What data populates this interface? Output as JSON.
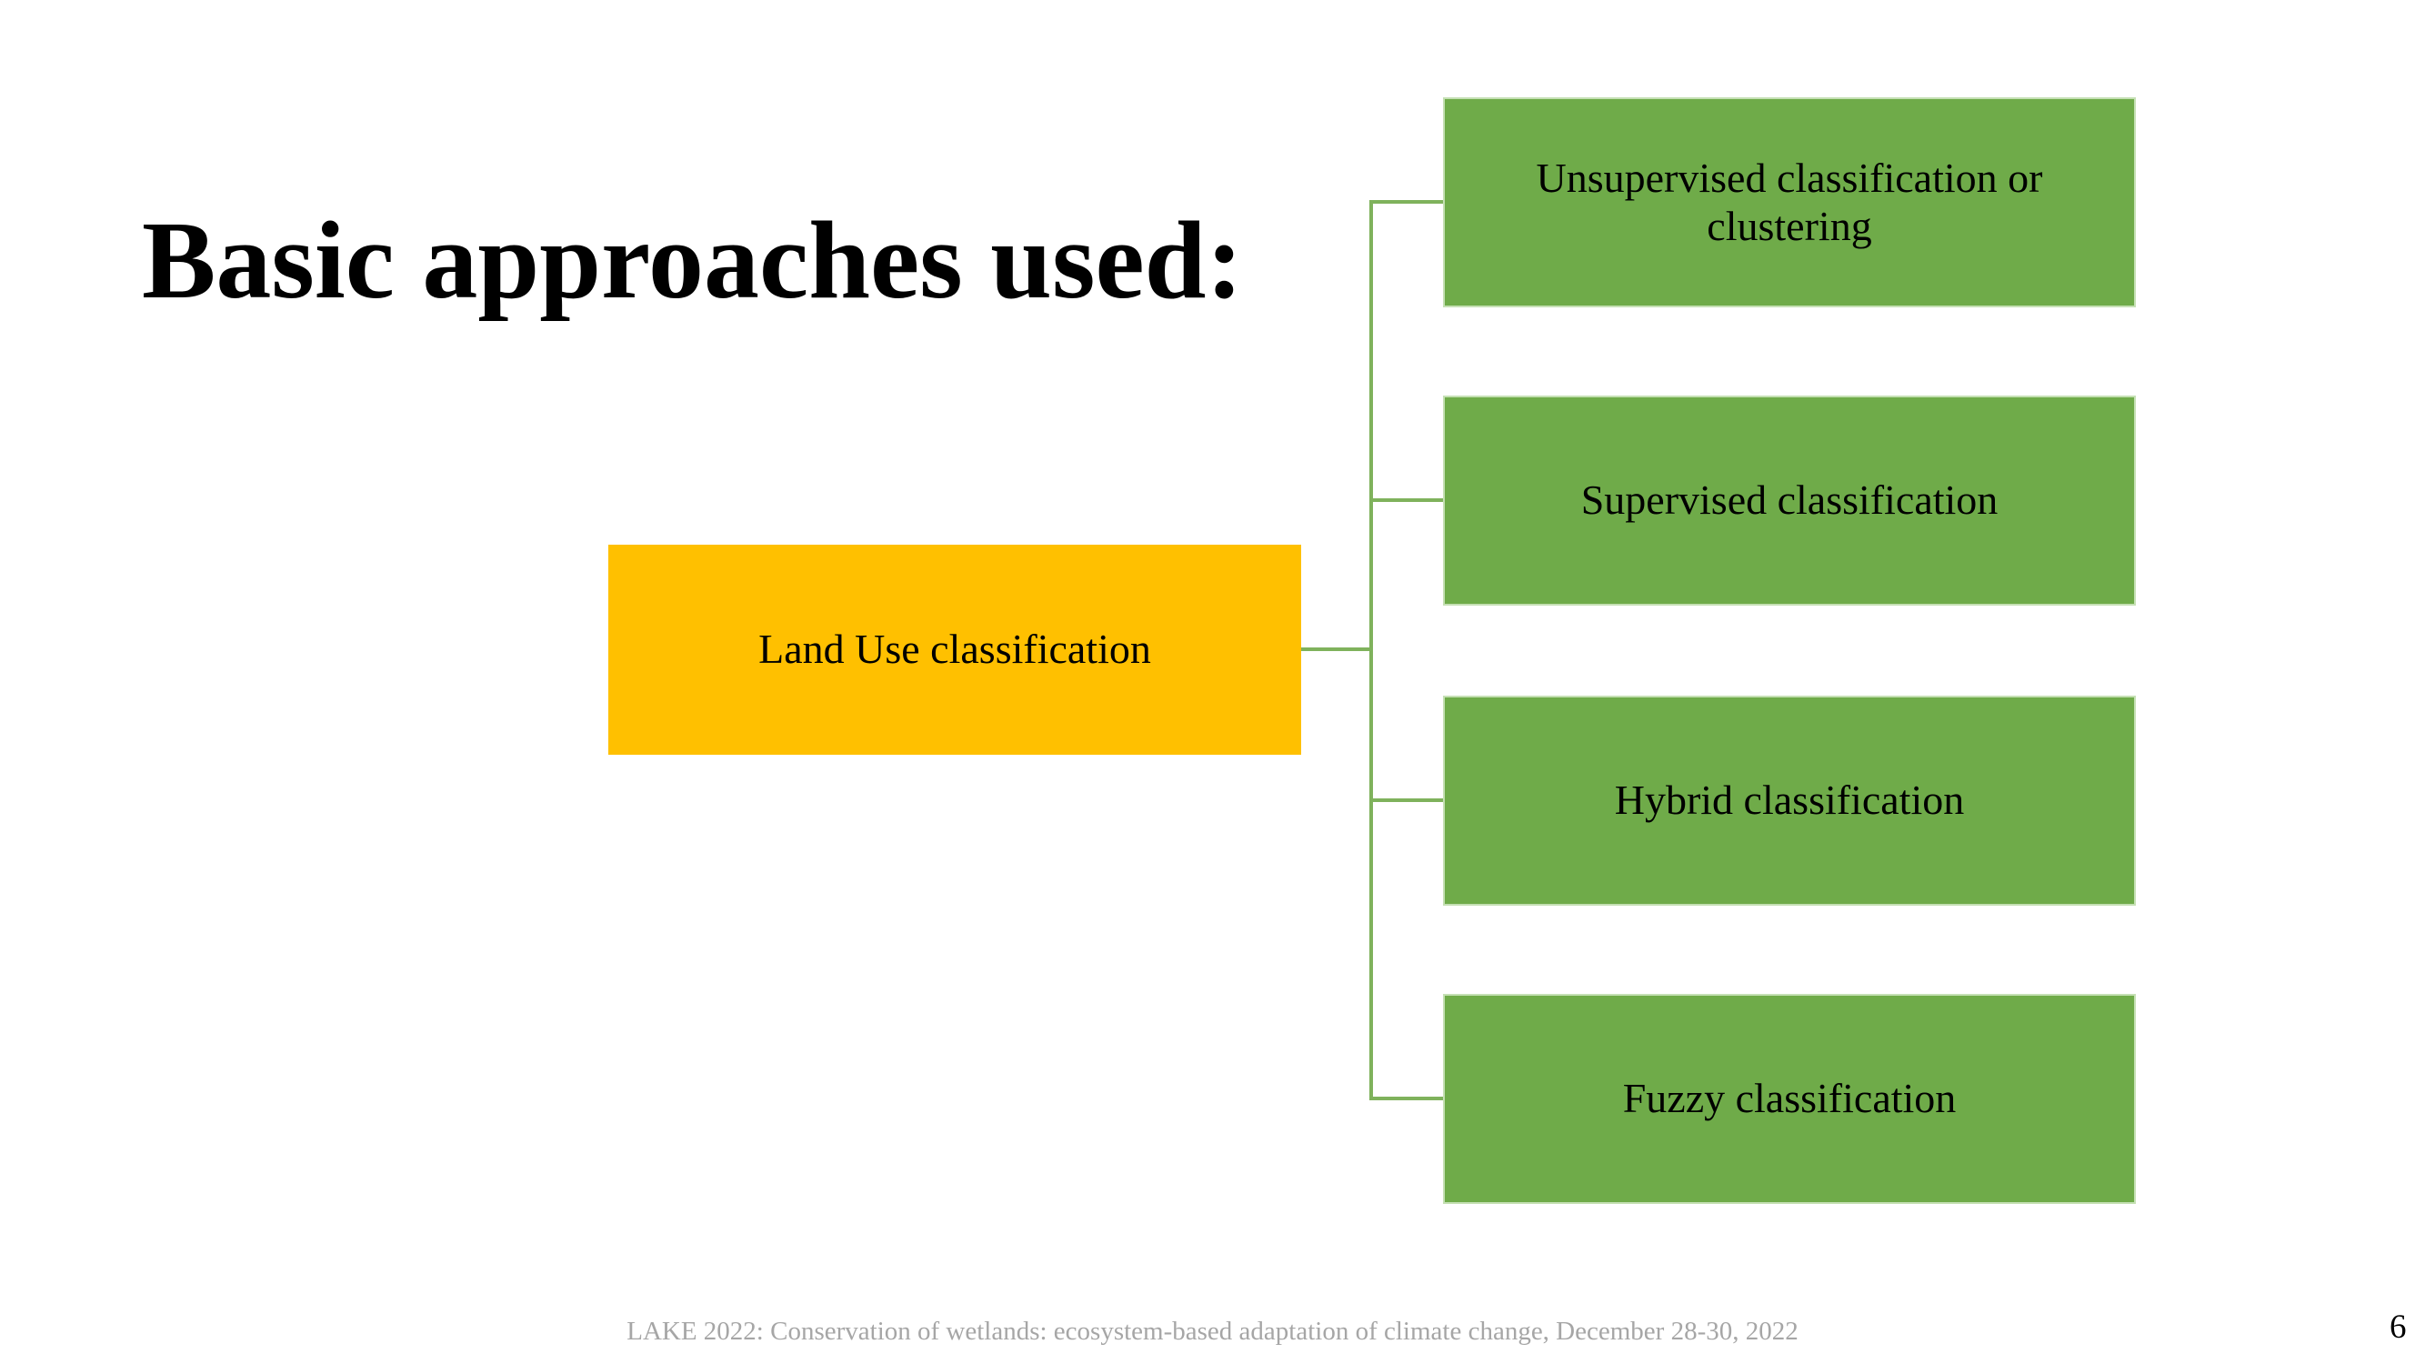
{
  "slide": {
    "title": "Basic approaches used:",
    "footer": "LAKE 2022: Conservation of wetlands: ecosystem-based adaptation of climate change, December 28-30, 2022",
    "page_number": "6",
    "background_color": "#FFFFFF"
  },
  "diagram": {
    "type": "hierarchy",
    "root": {
      "label": "Land Use classification",
      "fill_color": "#FFC000",
      "text_color": "#000000"
    },
    "children": [
      {
        "label": "Unsupervised classification or clustering"
      },
      {
        "label": "Supervised classification"
      },
      {
        "label": "Hybrid classification"
      },
      {
        "label": "Fuzzy classification"
      }
    ],
    "child_fill_color": "#6FAB49",
    "child_border_color": "#C5E0B4",
    "connector_color": "#7FB25C"
  }
}
